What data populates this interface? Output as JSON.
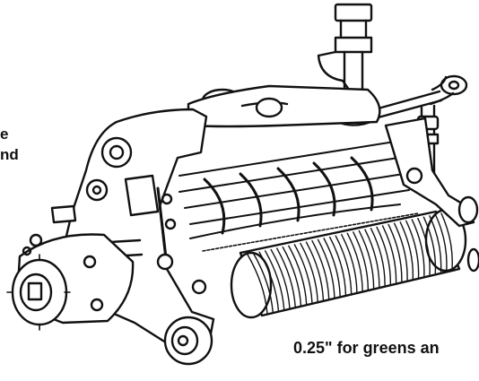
{
  "labels": {
    "left_line_1": "e",
    "left_line_2": "nd",
    "bottom_caption": "0.25\" for greens an"
  },
  "illustration": {
    "subject": "reel-mower-cutting-unit-icon",
    "ink_color": "#111111",
    "paper_color": "#ffffff"
  }
}
